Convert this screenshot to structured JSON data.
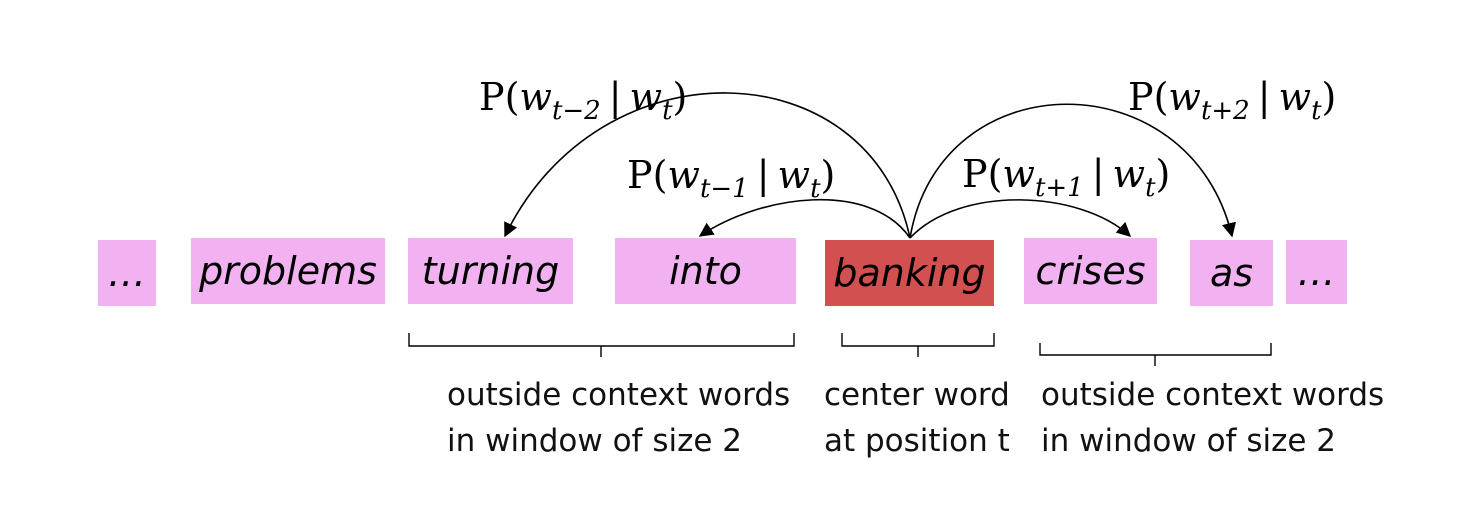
{
  "colors": {
    "context_box": "#f2b2f2",
    "center_box": "#d2504f",
    "line": "#000000"
  },
  "words": [
    {
      "text": "…",
      "role": "ellipsis"
    },
    {
      "text": "problems",
      "role": "word"
    },
    {
      "text": "turning",
      "role": "context"
    },
    {
      "text": "into",
      "role": "context"
    },
    {
      "text": "banking",
      "role": "center"
    },
    {
      "text": "crises",
      "role": "context"
    },
    {
      "text": "as",
      "role": "context"
    },
    {
      "text": "…",
      "role": "ellipsis"
    }
  ],
  "probabilities": [
    {
      "prefix": "P(",
      "target": "w",
      "target_sub": "t−2",
      "bar": "|",
      "given": "w",
      "given_sub": "t",
      "suffix": ")"
    },
    {
      "prefix": "P(",
      "target": "w",
      "target_sub": "t−1",
      "bar": "|",
      "given": "w",
      "given_sub": "t",
      "suffix": ")"
    },
    {
      "prefix": "P(",
      "target": "w",
      "target_sub": "t+1",
      "bar": "|",
      "given": "w",
      "given_sub": "t",
      "suffix": ")"
    },
    {
      "prefix": "P(",
      "target": "w",
      "target_sub": "t+2",
      "bar": "|",
      "given": "w",
      "given_sub": "t",
      "suffix": ")"
    }
  ],
  "captions": {
    "left": {
      "line1": "outside context words",
      "line2": "in window of size 2"
    },
    "center": {
      "line1": "center word",
      "line2": "at position t"
    },
    "right": {
      "line1": "outside context words",
      "line2": "in window of size 2"
    }
  }
}
